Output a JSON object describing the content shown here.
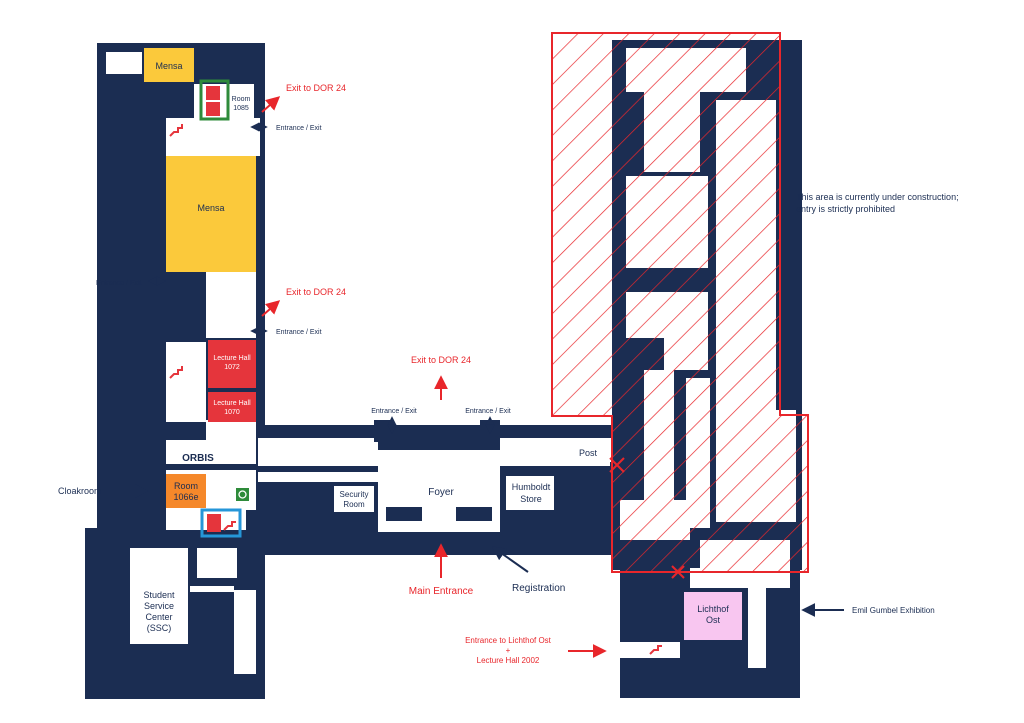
{
  "colors": {
    "wall": "#1b2d52",
    "mensa": "#fbc93b",
    "lecture": "#e5353c",
    "room_orange": "#f5882a",
    "lichthof": "#f8c6f0",
    "red": "#e8262b",
    "green": "#2e8b3a",
    "blue": "#2596d8",
    "navy_text": "#1b2d52"
  },
  "rooms": {
    "mensa_top": "Mensa",
    "mensa_main": "Mensa",
    "room_1085": [
      "Room",
      "1085"
    ],
    "lecture_1072": [
      "Lecture Hall",
      "1072"
    ],
    "lecture_1070": [
      "Lecture Hall",
      "1070"
    ],
    "orbis": "ORBIS",
    "room_1066e": [
      "Room",
      "1066e"
    ],
    "ssc": [
      "Student",
      "Service",
      "Center",
      "(SSC)"
    ],
    "security": [
      "Security",
      "Room"
    ],
    "foyer": "Foyer",
    "humboldt": [
      "Humboldt",
      "Store"
    ],
    "post": "Post",
    "lichthof": [
      "Lichthof",
      "Ost"
    ]
  },
  "labels": {
    "exit_dor_1": "Exit to DOR 24",
    "exit_dor_2": "Exit to DOR 24",
    "exit_dor_3": "Exit to DOR 24",
    "entrance_exit_1": "Entrance / Exit",
    "entrance_exit_2": "Entrance / Exit",
    "entrance_exit_3": "Entrance / Exit",
    "entrance_exit_4": "Entrance / Exit",
    "entrance_exit_5": "Entrance / Exit",
    "cloakroom": "Cloakroom",
    "main_entrance": "Main Entrance",
    "registration": "Registration",
    "emil": "Emil Gumbel Exhibition",
    "lichthof_entrance": [
      "Entrance to Lichthof Ost",
      "+",
      "Lecture Hall 2002"
    ],
    "construction": [
      "This area is currently under construction;",
      "entry is strictly prohibited"
    ]
  },
  "icons": [
    "restroom-icon",
    "stairs-icon",
    "elevator-icon",
    "accessible-icon",
    "double-arrow-icon",
    "arrow-icon",
    "cross-mark-icon"
  ]
}
